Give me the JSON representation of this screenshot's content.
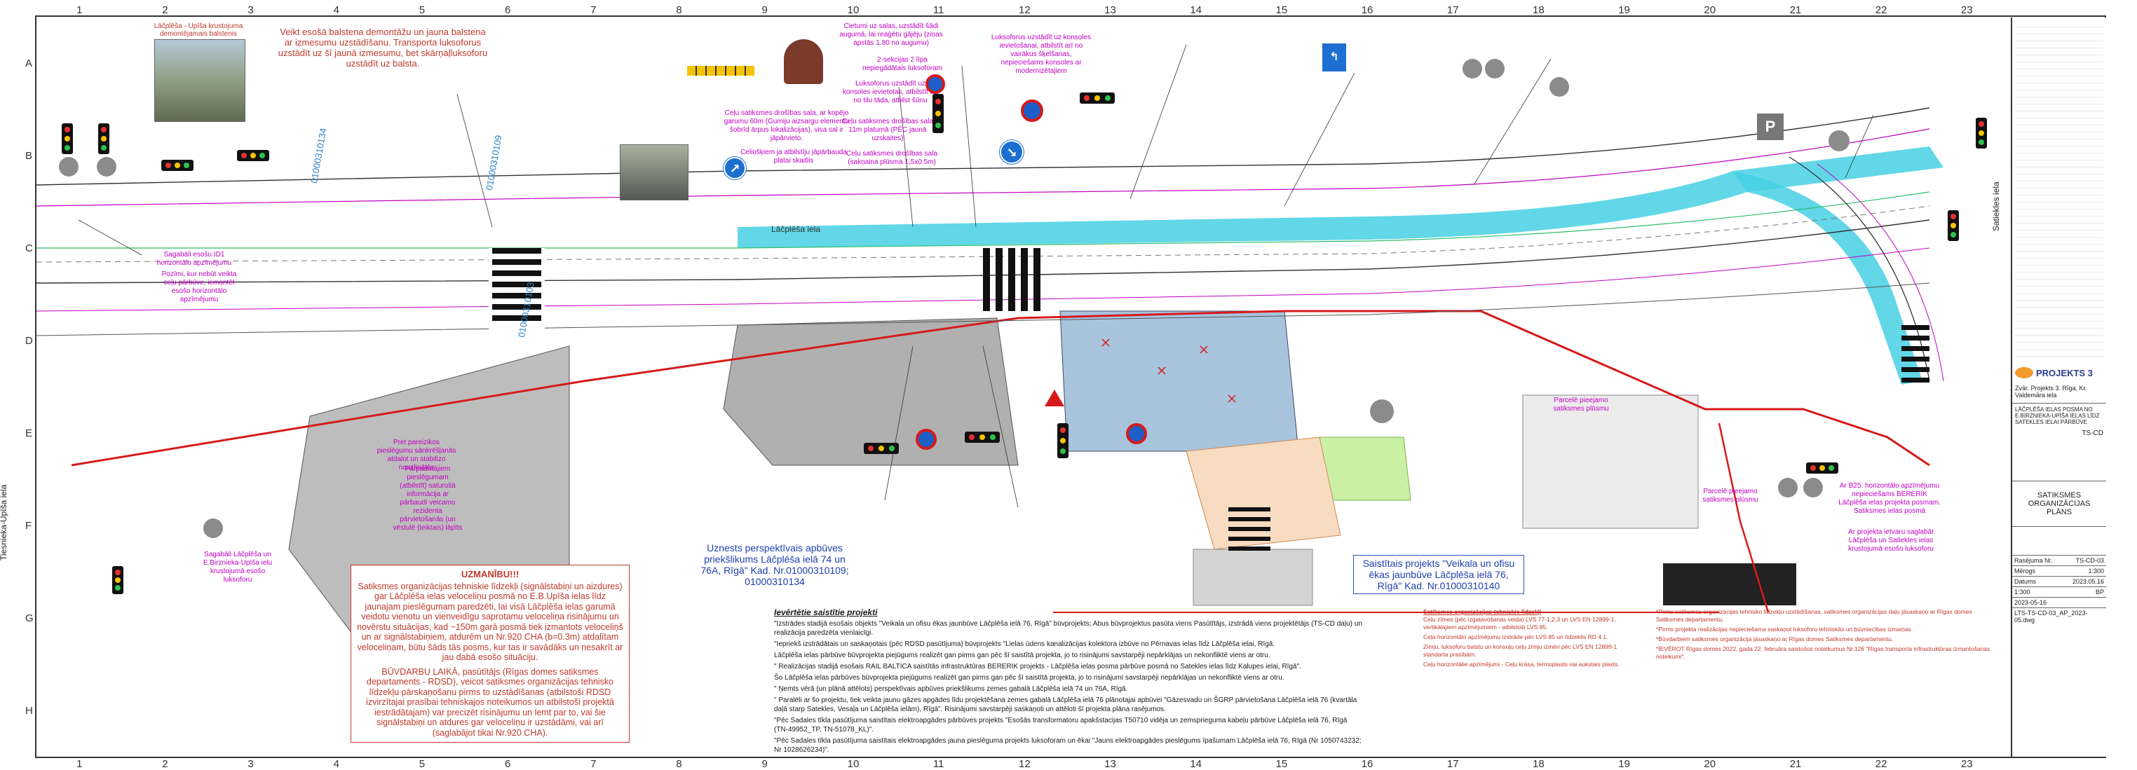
{
  "sheet": {
    "columns": [
      "1",
      "2",
      "3",
      "4",
      "5",
      "6",
      "7",
      "8",
      "9",
      "10",
      "11",
      "12",
      "13",
      "14",
      "15",
      "16",
      "17",
      "18",
      "19",
      "20",
      "21",
      "22",
      "23"
    ],
    "rows": [
      "A",
      "B",
      "C",
      "D",
      "E",
      "F",
      "G",
      "H"
    ]
  },
  "top_notes": {
    "photo_caption": "Lāčplēša - Upīša krustojuma demontējamais balstenis",
    "balsteni": "Veikt esošā balstena demontāžu un jauna balstena ar izmesumu uzstādīšanu. Transporta luksoforus uzstādīt uz šī jaunā izmesumu, bet skārņaļluksoforu uzstādīt uz balsta.",
    "callout_1": "Cietumi uz salas, uzstādīt šādi augumā, lai reaģētu gājēju (ziņas apstās 1.80 no augumu)",
    "callout_2": "Luksoforus uzstādīt uz konsoles ievietošanai, atbilstīt arī no vairākus šķelšanas, nepieciešams konsoles ar modernizētajiem",
    "callout_3": "2-sekcijas 2 līpa nepiegādātais luksoforam",
    "callout_4": "Luksoforus uzstādīt uz konsoles ievietotas, atbilstīt arī no tilu tāda, atbilst šūnu",
    "callout_5": "Ceļu satiksmes drošības sala, ar kopējo garumu 60m (Gumiju aizsargu elementu šobrīd ārpus lokalizācijas), visa sal ir jāpārvieto.",
    "callout_6": "Celiņšķiem ja atbilstīju jāpārbauda platai skaitlis",
    "callout_7": "Ceļu satiksmes drošības sala 11m platumā (PĒC jaunā uzskaites)",
    "callout_8": "Ceļu satiksmes drošības sala (sakņaina plūsma 1,5x0.5m)"
  },
  "left_notes": {
    "traffic_cam": "Sagabāli esošu ID1 horizontālo apzīmējumu",
    "demarcation": "Pozīmi, kur nebūt veikta ceļu pārbūve, iemontēt esošo horizontālo apzīmējumu",
    "bottom_left_caption": "Sagabāli Lāčplēša un E.Birznieka-Upīša ielu krustojumā esošo luksoforu",
    "peds_1": "Pret pareizikos pieslēgumu sānkrēšļanās atdalot un stabilizo nauzlinātās",
    "peds_2": "Pārpadotājiem pieslēgumam (atbilstīt) saturošā informācija ar pārbaudi veicamo rezidenta pārvietošanās (un vēstulē (teiktais) lāpīts"
  },
  "warning_box": {
    "heading": "UZMANĪBU!!!",
    "paragraph_1": "Satiksmes organizācijas tehniskie līdzekļi (signālstabiņi un aizdures) gar Lāčplēša ielas veloceliņu posmā no E.B.Upīša ielas līdz jaunajam pieslēgumam paredzēti, lai visā Lāčplēša ielas garumā veidotu vienotu un vienveidīgu saprotamu veloceliņa risinājumu un novērstu situācijas, kad ~150m garā posmā tiek izmantots veloceliņš un ar signālstabiņiem, atdurēm un Nr.920 CHA (b=0.3m) atdalītam veloceliņam, būtu šāds tās posms, kur tas ir savādāks un nesakrīt ar jau dabā esošo situāciju.",
    "paragraph_2": "BŪVDARBU LAIKĀ, pasūtītājs (Rīgas domes satiksmes departaments - RDSD), veicot satiksmes organizācijas tehnisko līdzekļu pārskaņošanu pirms to uzstādīšanas (atbilstoši RDSD izvirzītajai prasībai tehniskajos noteikumos un atbilstoši projektā iestrādātajam) var precizēt risinājumu un lemt par to, vai šie signālstabiņi un atdures gar veloceliņu ir uzstādāmi, vai arī (saglabājot tikai Nr.920 CHA)."
  },
  "map_labels": {
    "street_left": "Tiesnieka-Upīša iela",
    "street_right": "Satiekles iela",
    "street_main": "Lāčplēša iela",
    "perspective_box": "Uznests perspektīvais apbūves priekšlikums Lāčplēša ielā 74 un 76A, Rīgā\" Kad. Nr.01000310109; 01000310134",
    "project_box": "Saistītais projekts \"Veikala un ofisu ēkas jaunbūve Lāčplēša ielā 76, Rīgā\" Kad. Nr.01000310140",
    "parcel_1": "01000310134",
    "parcel_2": "01000310103",
    "parcel_3": "01000310109",
    "right_note_1": "Parcelē pieejamo satiksmes plūsmu",
    "right_note_2": "Parcelē pieejamo satiksmes plūsmu",
    "right_note_3": "Ar B25. horizontālo apzīmējumu nepieciešams BERERIK Lāčplēša ielas projekta posmam. Satiksmes ielas posmā",
    "right_note_4": "Ar projekta ietvaru saglabāt Lāčplēša un Satiekles ielas krustojumā esošo luksoforu"
  },
  "notes_related": {
    "title": "Ievērtētie saistītie projekti",
    "items": [
      "\"Izstrādes stadijā esošais objekts \"Veikala un ofisu ēkas jaunbūve Lāčplēša ielā 76, Rīgā\" būvprojekts; Abus būvprojektus pasūta viens Pasūtītājs, izstrādā viens projektētājs (TS-CD daļu) un realizācija paredzēta vienlaicīgi.",
      "\"Iepriekš izstrādātais un saskaņotais (pēc RDSD pasūtījuma) būvprojekts \"Lielas ūdens kanalizācijas kolektora izbūve no Pērnavas ielas līdz Lāčplēša ielai, Rīgā.",
      "Lāčplēša ielas pārbūve būvprojekta piejūgums realizēt gan pirms gan pēc šī saistītā projekta, jo to risinājumi savstarpēji nepārklājas un nekonfliktē viens ar otru.",
      "\" Realizācijas stadijā esošais RAIL BALTICA saistītās infrastruktūras BERERIK projekts - Lāčplēša ielas posma pārbūve posmā no Satekles ielas līdz Kalupes ielai, Rīgā\".",
      "Šo Lāčplēša ielas pārbūves būvprojekta piejūgums realizēt gan pirms gan pēc šī saistītā projekta, jo to risinājumi savstarpēji nepārklājas un nekonfliktē viens ar otru.",
      "\" Ņemts vērā (un plānā attēlots) perspektīvais apbūves priekšlikums zemes gabalā Lāčplēša ielā 74 un 76A, Rīgā.",
      "\" Paralēli ar šo projektu, tiek veikta jaunu gāzes apgādes līdu projektēšana zemes gabalā Lāčplēša ielā 76 plānotajai apbūvei \"Gāzesvadu un ŠGRP pārvietošana Lāčplēša ielā 76 (kvartāla daļā starp Satekles, Vesaļa un Lāčplēša ielām), Rīgā\". Risinājumi savstarpēji saskaņoti un attēloti šī projekta plāna rasējumos.",
      "\"Pēc Sadales tīkla pasūtījuma saistītais elektroapgādes pārbūves projekts \"Esošās transformatoru apakšstacijas T50710 vidēja un zemsprieguma kabeļu pārbūve Lāčplēša ielā 76, Rīgā (TN-49952_TP, TN-51078_KL)\".",
      "\"Pēc Sadales tīkla pasūtījuma saistītais elektroapgādes jauna pieslēguma projekts luksoforam un ēkai \"Jauns elektroapgādes pieslēgums īpašumam Lāčplēša ielā 76, Rīgā (Nr 1050743232; Nr 1028626234)\"."
    ]
  },
  "notes_org": {
    "title": "Satiksmes organizācijas tehniskie līdzekļi",
    "items": [
      "Ceļu zīmes (pēc izgatavošanas veida) LVS 77-1,2,3 un LVS EN 12899-1, vertikālajiem apzīmējumiem - atbilstoši LVS 85.",
      "Ceļa horizontālo apzīmējumu izstrāde pēc LVS 85 un līdzeklis RD 4.1.",
      "Zīmju, luksoforu balstu un konsoļu ceļu zīmju izmēri pēc LVS EN 12899-1 standarta prasībām.",
      "Ceļu horizontālie apzīmējumi - Ceļu krāsa, termoplasts vai aukstais plasts."
    ]
  },
  "notes_right": {
    "items": [
      "*Pirms satiksmes organizācijas tehnisko līdzekļu uzstādīšanas, satiksmes organizācijas daļu jāsaskaņo ar Rīgas domes Satiksmes departamentu.",
      "*Pirms projekta realizācijas nepieciešama saskaņot luksoforu tehniskās un būvniecības izmaiņas.",
      "*Būvdarbiem satiksmes organizācija jāsaskaņo ar Rīgas domes Satiksmes departamentu.",
      "*ĪEVĒROT Rīgas domes 2022. gada 22. februāra saistošos noteikumus Nr.126 \"Rīgas transporta infrastruktūras izmantošanas noteikumi\"."
    ]
  },
  "title_block": {
    "company": "PROJEKTS 3",
    "company_address": "Zvār. Projekts 3. Rīga, Kr. Valdemāra iela",
    "project_title": "LĀČPLĒŠA IELAS POSMA NO E.BIRZNIEKA-UPĪŠA IELAS LĪDZ SATEKLES IELAI PĀRBŪVE",
    "stage": "TS-CD",
    "drawing_title": "SATIKSMES ORGANIZĀCIJAS PLĀNS",
    "drawing_no": "TS-CD-03",
    "scale": "1:300",
    "sheet_size": "BP",
    "date": "2023-05-16",
    "filename": "LTS-TS-CD-03_AP_2023-05.dwg",
    "rows": [
      {
        "label": "Rasējuma Nr.",
        "value": "TS-CD-03"
      },
      {
        "label": "Mērogs",
        "value": "1:300"
      },
      {
        "label": "Datums",
        "value": "2023.05.16"
      }
    ]
  },
  "colors": {
    "road_cyan": "#45d0e3",
    "red_line": "#d61a1a",
    "magenta": "#c000c0",
    "green_lines": "#2bbf6b",
    "gray_building": "#b9b9b9",
    "blue_building": "#a8c3dc"
  }
}
